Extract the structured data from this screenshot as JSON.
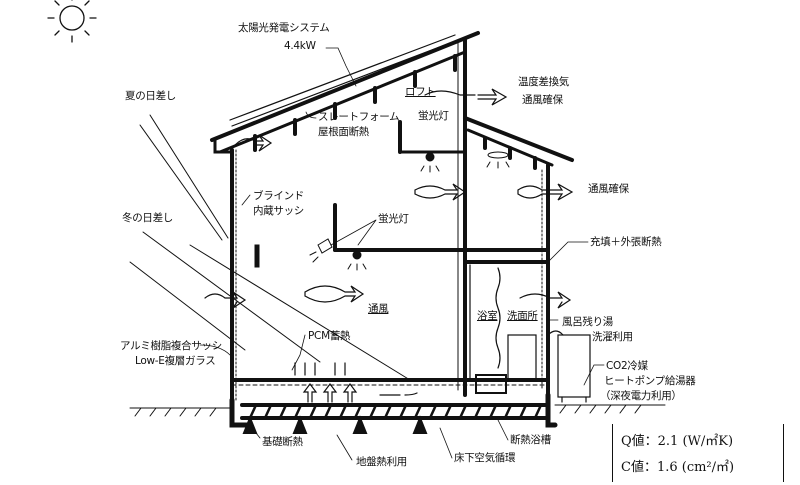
{
  "labels": {
    "solar_system": "太陽光発電システム",
    "solar_capacity": "4.4kW",
    "slate_form": "スレートフォーム",
    "roof_insulation": "屋根面断熱",
    "loft": "ロフト",
    "temp_diff_vent": "温度差換気",
    "ventilation_top": "通風確保",
    "fluorescent_loft": "蛍光灯",
    "summer_sun": "夏の日差し",
    "winter_sun": "冬の日差し",
    "blind_sash_1": "ブラインド",
    "blind_sash_2": "内蔵サッシ",
    "fluorescent_2f": "蛍光灯",
    "ventilation_mid": "通風確保",
    "fill_external_insulation": "充填＋外張断熱",
    "airflow": "通風",
    "pcm": "PCM蓄熱",
    "sash_1": "アルミ樹脂複合サッシ",
    "sash_2": "Low-E複層ガラス",
    "bathroom": "浴室",
    "washroom": "洗面所",
    "bath_water_1": "風呂残り湯",
    "bath_water_2": "洗濯利用",
    "heatpump_1": "CO2冷媒",
    "heatpump_2": "ヒートポンプ給湯器",
    "heatpump_3": "（深夜電力利用）",
    "foundation_insulation": "基礎断熱",
    "ground_heat": "地盤熱利用",
    "underfloor_air": "床下空気循環",
    "insulated_tub": "断熱浴槽"
  },
  "spec": {
    "q_value": "Q値：2.1 (W/㎡K)",
    "c_value": "C値：1.6 (cm²/㎡)"
  }
}
